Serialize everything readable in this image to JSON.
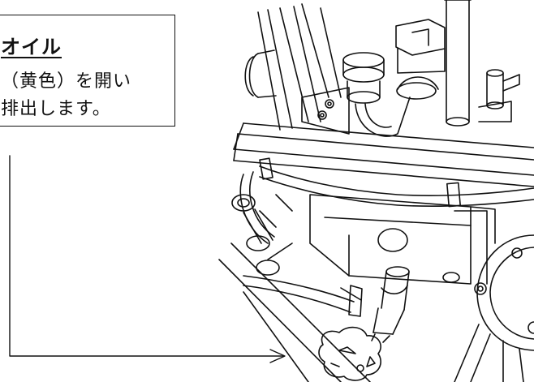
{
  "callout": {
    "title": "オイル",
    "line1": "（黄色）を開い",
    "line2": "排出します。"
  }
}
